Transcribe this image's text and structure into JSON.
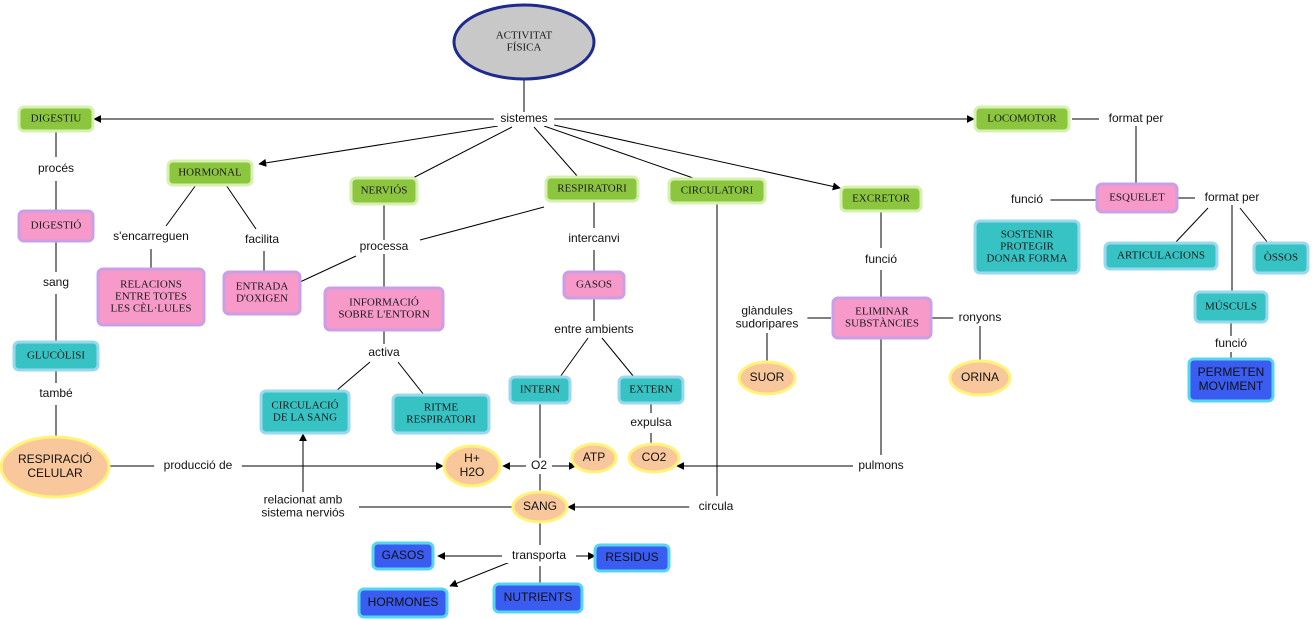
{
  "colors": {
    "green_fill": "#8cc63f",
    "green_stroke": "#d6f0b0",
    "pink_fill": "#f799c9",
    "pink_stroke": "#c9a0e8",
    "teal_fill": "#37c3c3",
    "teal_stroke": "#9ad8ef",
    "blue_fill": "#3a5cf0",
    "blue_stroke": "#55d6f0",
    "orange_fill": "#f9c79c",
    "orange_stroke": "#fff37a",
    "root_fill": "#c8c8c8",
    "root_stroke": "#1e2a8c"
  },
  "nodes": [
    {
      "id": "root",
      "lines": [
        "ACTIVITAT",
        "FÍSICA"
      ]
    },
    {
      "id": "digestiu",
      "lines": [
        "DIGESTIU"
      ]
    },
    {
      "id": "hormonal",
      "lines": [
        "HORMONAL"
      ]
    },
    {
      "id": "nervios",
      "lines": [
        "NERVIÓS"
      ]
    },
    {
      "id": "respiratori",
      "lines": [
        "RESPIRATORI"
      ]
    },
    {
      "id": "circulatori",
      "lines": [
        "CIRCULATORI"
      ]
    },
    {
      "id": "excretor",
      "lines": [
        "EXCRETOR"
      ]
    },
    {
      "id": "locomotor",
      "lines": [
        "LOCOMOTOR"
      ]
    },
    {
      "id": "digestio",
      "lines": [
        "DIGESTIÓ"
      ]
    },
    {
      "id": "relacions",
      "lines": [
        "RELACIONS",
        "ENTRE TOTES",
        "LES CÈL·LULES"
      ]
    },
    {
      "id": "entrada",
      "lines": [
        "ENTRADA",
        "D'OXIGEN"
      ]
    },
    {
      "id": "informacio",
      "lines": [
        "INFORMACIÓ",
        "SOBRE L'ENTORN"
      ]
    },
    {
      "id": "gasos",
      "lines": [
        "GASOS"
      ]
    },
    {
      "id": "eliminar",
      "lines": [
        "ELIMINAR",
        "SUBSTÀNCIES"
      ]
    },
    {
      "id": "esquelet",
      "lines": [
        "ESQUELET"
      ]
    },
    {
      "id": "glucolisi",
      "lines": [
        "GLUCÒLISI"
      ]
    },
    {
      "id": "circulacio",
      "lines": [
        "CIRCULACIÓ",
        "DE LA SANG"
      ]
    },
    {
      "id": "ritme",
      "lines": [
        "RITME",
        "RESPIRATORI"
      ]
    },
    {
      "id": "intern",
      "lines": [
        "INTERN"
      ]
    },
    {
      "id": "extern",
      "lines": [
        "EXTERN"
      ]
    },
    {
      "id": "sostenir",
      "lines": [
        "SOSTENIR",
        "PROTEGIR",
        "DONAR FORMA"
      ]
    },
    {
      "id": "articulacions",
      "lines": [
        "ARTICULACIONS"
      ]
    },
    {
      "id": "ossos",
      "lines": [
        "ÒSSOS"
      ]
    },
    {
      "id": "muscles",
      "lines": [
        "MÚSCULS"
      ]
    },
    {
      "id": "permeten",
      "lines": [
        "PERMETEN",
        "MOVIMENT"
      ]
    },
    {
      "id": "gasos2",
      "lines": [
        "GASOS"
      ]
    },
    {
      "id": "residus",
      "lines": [
        "RESIDUS"
      ]
    },
    {
      "id": "hormones",
      "lines": [
        "HORMONES"
      ]
    },
    {
      "id": "nutrients",
      "lines": [
        "NUTRIENTS"
      ]
    },
    {
      "id": "respiracio",
      "lines": [
        "RESPIRACIÓ",
        "CELULAR"
      ]
    },
    {
      "id": "h2o",
      "lines": [
        "H+",
        "H2O"
      ]
    },
    {
      "id": "atp",
      "lines": [
        "ATP"
      ]
    },
    {
      "id": "co2",
      "lines": [
        "CO2"
      ]
    },
    {
      "id": "sang",
      "lines": [
        "SANG"
      ]
    },
    {
      "id": "suor",
      "lines": [
        "SUOR"
      ]
    },
    {
      "id": "orina",
      "lines": [
        "ORINA"
      ]
    }
  ],
  "link_labels": [
    {
      "id": "sistemes",
      "lines": [
        "sistemes"
      ]
    },
    {
      "id": "proces",
      "lines": [
        "procés"
      ]
    },
    {
      "id": "sang_label",
      "lines": [
        "sang"
      ]
    },
    {
      "id": "tambe",
      "lines": [
        "també"
      ]
    },
    {
      "id": "sencarreguen",
      "lines": [
        "s'encarreguen"
      ]
    },
    {
      "id": "facilita",
      "lines": [
        "facilita"
      ]
    },
    {
      "id": "processa",
      "lines": [
        "processa"
      ]
    },
    {
      "id": "activa",
      "lines": [
        "activa"
      ]
    },
    {
      "id": "intercanvi",
      "lines": [
        "intercanvi"
      ]
    },
    {
      "id": "entre_ambients",
      "lines": [
        "entre ambients"
      ]
    },
    {
      "id": "expulsa",
      "lines": [
        "expulsa"
      ]
    },
    {
      "id": "funcio_exc",
      "lines": [
        "funció"
      ]
    },
    {
      "id": "glandules",
      "lines": [
        "glàndules",
        "sudoripares"
      ]
    },
    {
      "id": "ronyons",
      "lines": [
        "ronyons"
      ]
    },
    {
      "id": "pulmons",
      "lines": [
        "pulmons"
      ]
    },
    {
      "id": "format_per1",
      "lines": [
        "format per"
      ]
    },
    {
      "id": "funcio_esq",
      "lines": [
        "funció"
      ]
    },
    {
      "id": "format_per2",
      "lines": [
        "format per"
      ]
    },
    {
      "id": "funcio_mus",
      "lines": [
        "funció"
      ]
    },
    {
      "id": "produccio",
      "lines": [
        "producció de"
      ]
    },
    {
      "id": "o2",
      "lines": [
        "O2"
      ]
    },
    {
      "id": "circula",
      "lines": [
        "circula"
      ]
    },
    {
      "id": "relacionat",
      "lines": [
        "relacionat amb",
        "sistema nerviós"
      ]
    },
    {
      "id": "transporta",
      "lines": [
        "transporta"
      ]
    }
  ]
}
